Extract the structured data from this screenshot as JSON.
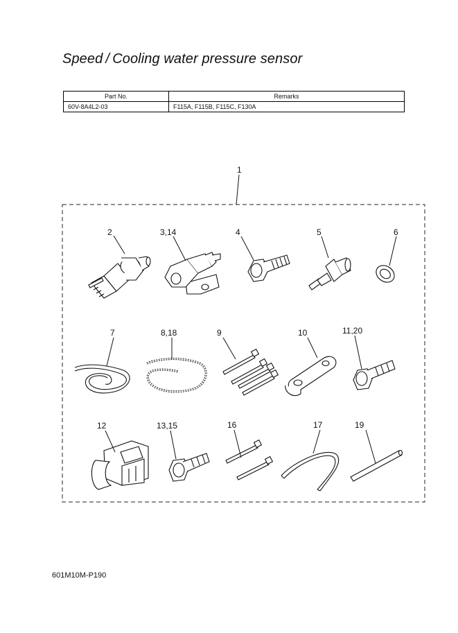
{
  "title": "Speed / Cooling water pressure sensor",
  "table": {
    "headers": [
      "Part No.",
      "Remarks"
    ],
    "rows": [
      [
        "60V-8A4L2-03",
        "F115A, F115B, F115C, F130A"
      ]
    ]
  },
  "callouts": {
    "c1": "1",
    "c2": "2",
    "c3": "3,14",
    "c4": "4",
    "c5": "5",
    "c6": "6",
    "c7": "7",
    "c8": "8,18",
    "c9": "9",
    "c10": "10",
    "c11": "11,20",
    "c12": "12",
    "c13": "13,15",
    "c16": "16",
    "c17": "17",
    "c19": "19"
  },
  "footer_code": "601M10M-P190"
}
